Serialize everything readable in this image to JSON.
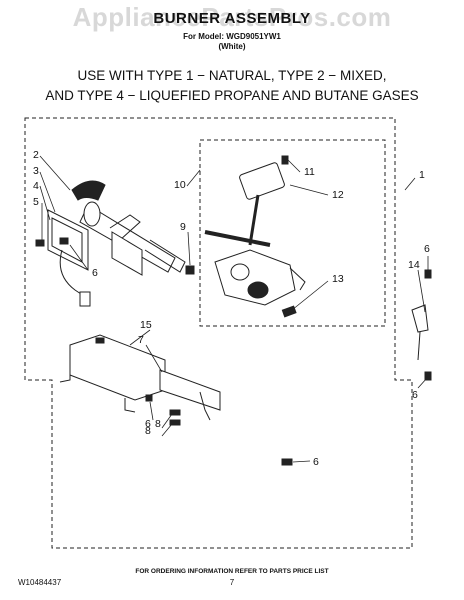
{
  "watermark": "AppliancePartsPros.com",
  "header": {
    "title": "BURNER ASSEMBLY",
    "model_line": "For Model: WGD9051YW1",
    "color_line": "(White)"
  },
  "usage": {
    "line1": "USE WITH TYPE 1 − NATURAL, TYPE 2 − MIXED,",
    "line2": "AND TYPE 4 − LIQUEFIED PROPANE AND BUTANE GASES"
  },
  "callouts": [
    "1",
    "2",
    "3",
    "4",
    "5",
    "6",
    "6",
    "6",
    "6",
    "6",
    "7",
    "8",
    "8",
    "9",
    "10",
    "11",
    "12",
    "13",
    "14",
    "15"
  ],
  "footer": {
    "ordering_note": "FOR ORDERING INFORMATION REFER TO PARTS PRICE LIST",
    "document_number": "W10484437",
    "page_number": "7"
  }
}
